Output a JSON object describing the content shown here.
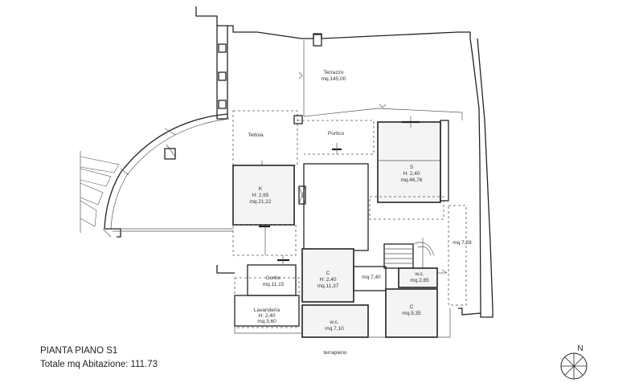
{
  "title": {
    "line1": "PIANTA PIANO S1",
    "line2": "Totale mq Abitazione: 111.73"
  },
  "compass": {
    "label": "N"
  },
  "rooms": {
    "terrazzo": {
      "name": "Terrazzo",
      "area": "mq.145,00"
    },
    "tettoia": {
      "name": "Tettoia"
    },
    "portico": {
      "name": "Portico"
    },
    "kitchen": {
      "name": "K",
      "height": "H: 2,65",
      "area": "mq.21,22"
    },
    "living": {
      "name": "S",
      "height": "H: 2,40",
      "area": "mq.46,76"
    },
    "cortile": {
      "name": "Cortile",
      "area": "mq.11,15"
    },
    "camera1": {
      "name": "C",
      "height": "H: 2,40",
      "area": "mq.11,37"
    },
    "lavanderia": {
      "name": "Lavanderia",
      "height": "H: 2,40",
      "area": "mq.3,60"
    },
    "wc1": {
      "name": "w.c.",
      "area": "mq.7,10"
    },
    "corridor": {
      "area": "mq.7,40"
    },
    "wc2": {
      "name": "w.c.",
      "area": "mq.2,65"
    },
    "camera2": {
      "name": "C",
      "area": "mq.9,35"
    },
    "side": {
      "area": "mq.7,28"
    }
  },
  "footer_label": "terrapieno",
  "colors": {
    "line": "#222222",
    "text": "#333333",
    "fill": "#f4f4f4"
  }
}
